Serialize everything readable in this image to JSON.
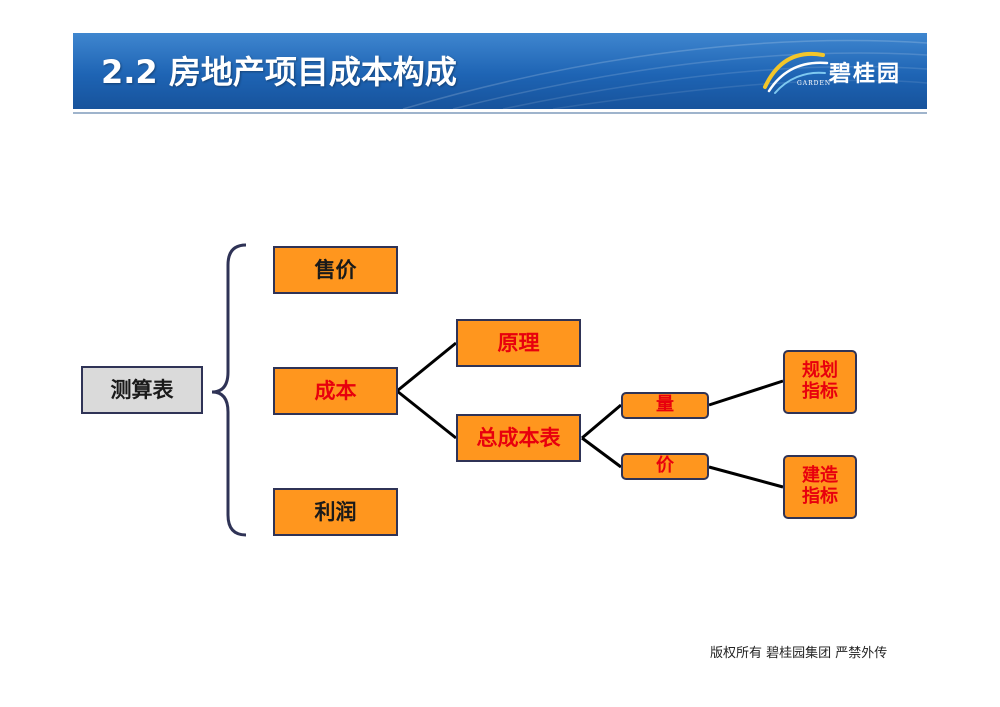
{
  "slide": {
    "title": "2.2 房地产项目成本构成",
    "logo_text": "碧桂园",
    "logo_subtext": "GARDEN",
    "footer": "版权所有 碧桂园集团 严禁外传"
  },
  "diagram": {
    "root": "测算表",
    "level1": [
      "售价",
      "成本",
      "利润"
    ],
    "cost_children": [
      "原理",
      "总成本表"
    ],
    "total_children": [
      "量",
      "价"
    ],
    "leaves": [
      "规划\n指标",
      "建造\n指标"
    ]
  },
  "colors": {
    "banner": "#1e64b4",
    "box_fill": "#ff961e",
    "box_border": "#2f3356",
    "highlight_text": "#e8000d",
    "root_fill": "#dadada"
  }
}
